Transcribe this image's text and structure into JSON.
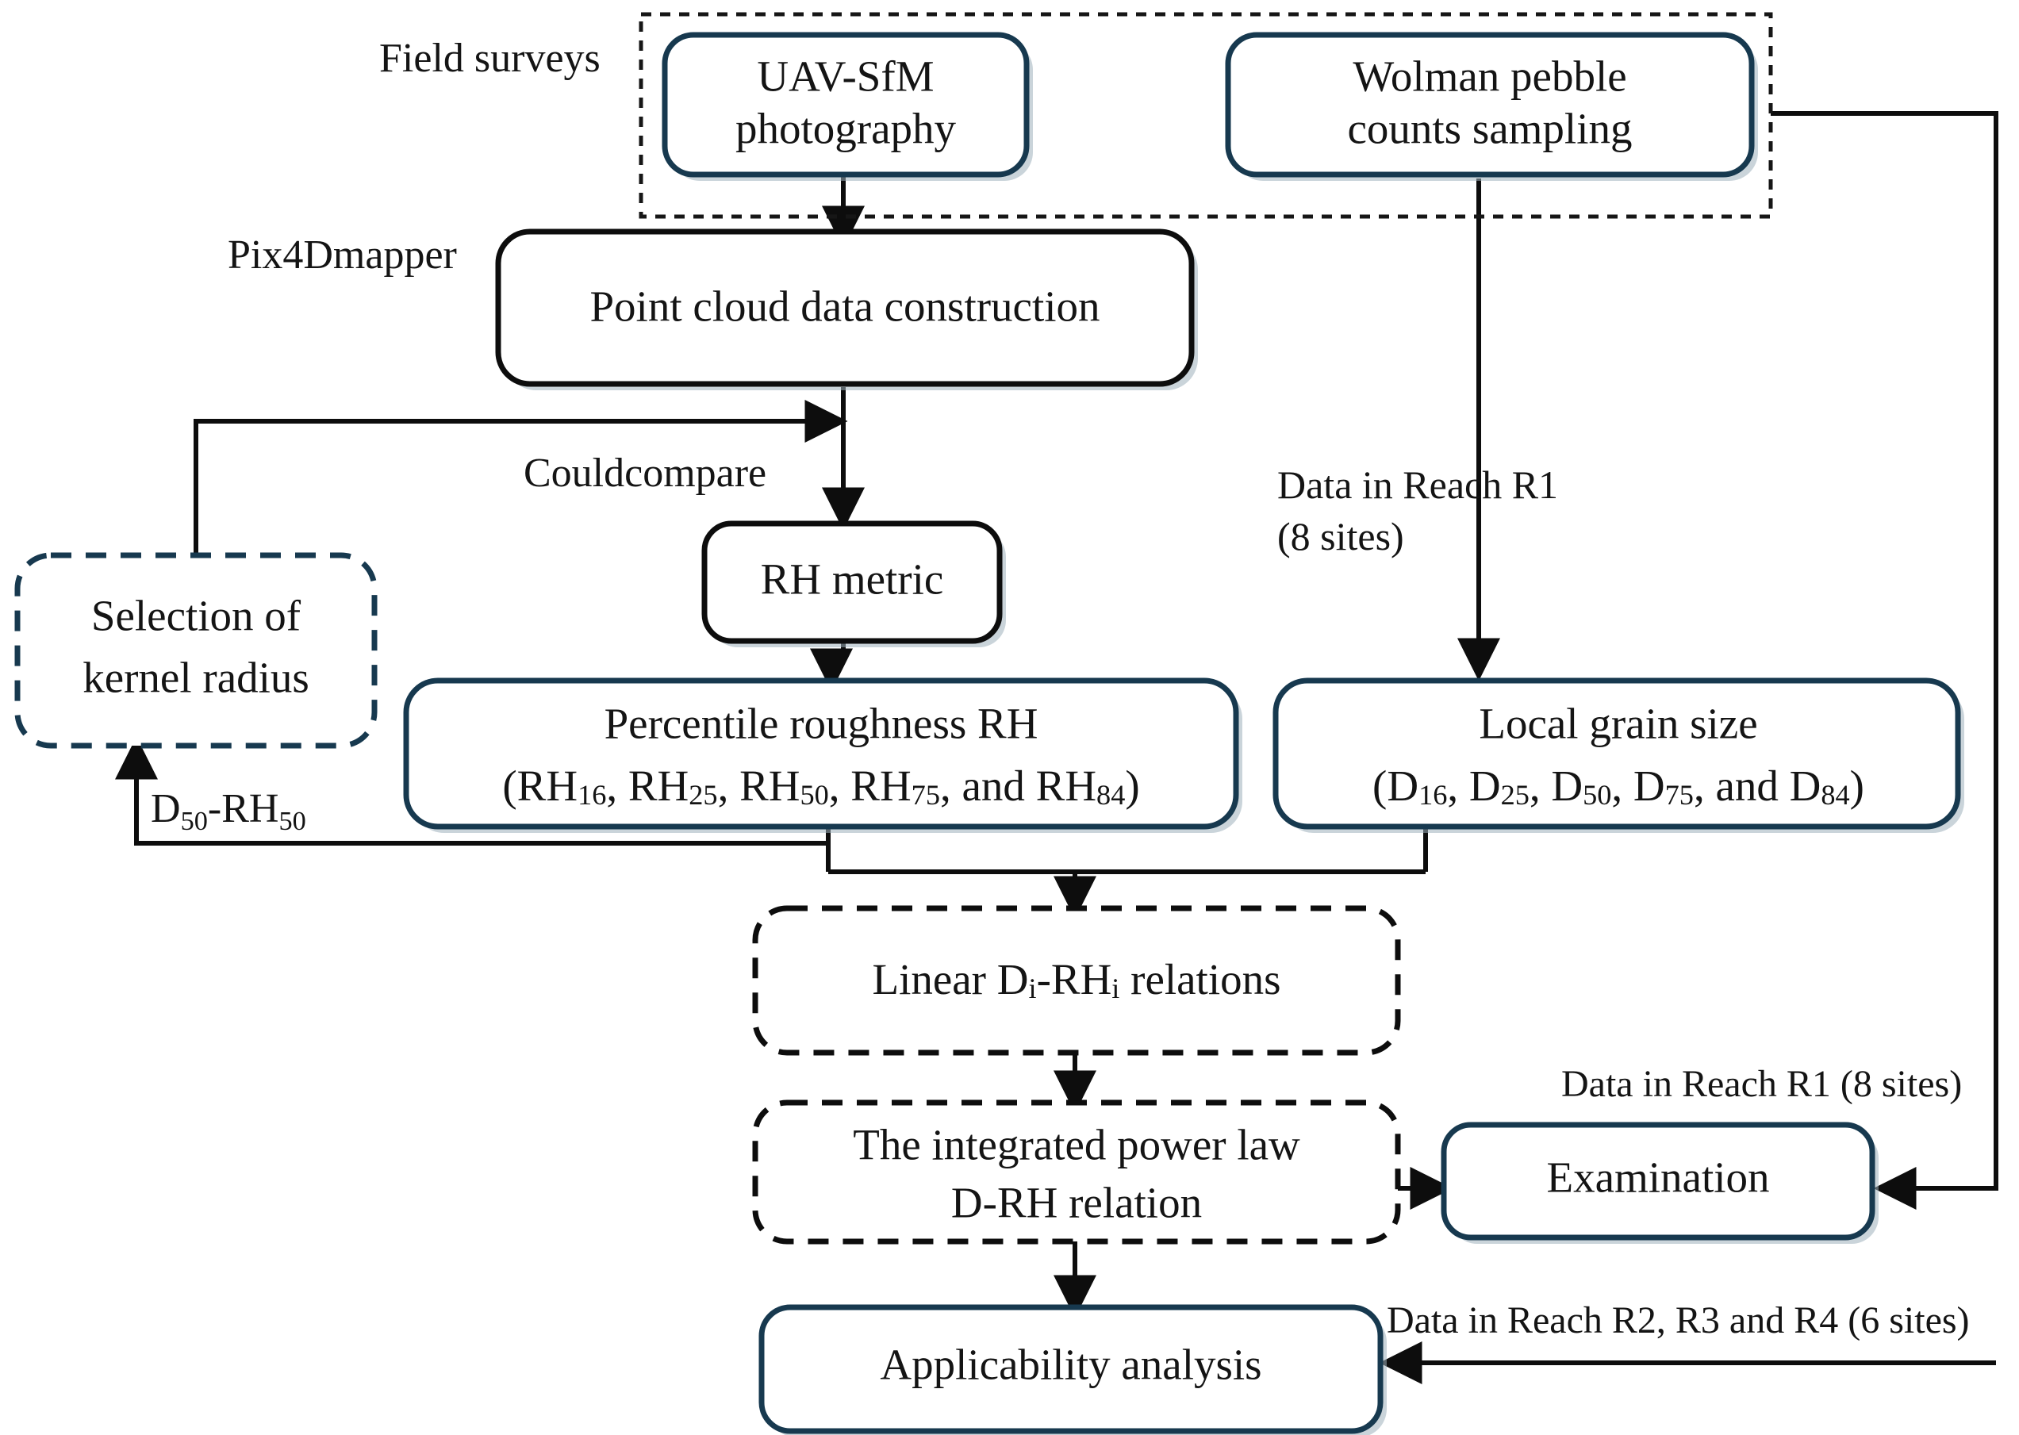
{
  "figure": {
    "type": "flowchart",
    "title": "Workflow for deriving D-RH relations from UAV-SfM point clouds and Wolman pebble counts"
  },
  "group_labels": {
    "field_surveys": "Field surveys",
    "pix4dmapper": "Pix4Dmapper",
    "couldcompare": "Couldcompare"
  },
  "nodes": {
    "uav_sfm": {
      "line1": "UAV-SfM",
      "line2": "photography",
      "style": "solid-navy"
    },
    "wolman": {
      "line1": "Wolman pebble",
      "line2": "counts sampling",
      "style": "solid-navy"
    },
    "point_cloud": {
      "line1": "Point cloud data construction",
      "style": "solid-black"
    },
    "rh_metric": {
      "line1": "RH metric",
      "style": "solid-black"
    },
    "kernel_radius": {
      "line1": "Selection of",
      "line2": "kernel radius",
      "style": "dashed-navy"
    },
    "percentile_rh": {
      "line1": "Percentile roughness RH",
      "line2_parts": [
        "(RH",
        "16",
        ", RH",
        "25",
        ", RH",
        "50",
        ", RH",
        "75",
        ", and RH",
        "84",
        ")"
      ],
      "style": "solid-navy"
    },
    "grain_size": {
      "line1": "Local grain size",
      "line2_parts": [
        "(D",
        "16",
        ", D",
        "25",
        ", D",
        "50",
        ", D",
        "75",
        ", and D",
        "84",
        ")"
      ],
      "style": "solid-navy"
    },
    "linear_relations": {
      "parts": [
        "Linear D",
        "i",
        "-RH",
        "i",
        " relations"
      ],
      "style": "dashed-black"
    },
    "power_law": {
      "line1": "The integrated power law",
      "line2": "D-RH relation",
      "style": "dashed-black"
    },
    "examination": {
      "line1": "Examination",
      "style": "solid-navy"
    },
    "applicability": {
      "line1": "Applicability analysis",
      "style": "solid-navy"
    }
  },
  "edge_labels": {
    "data_reach_r1_line1": "Data in Reach R1",
    "data_reach_r1_line2": "(8 sites)",
    "d50_rh50_parts": [
      "D",
      "50",
      "-RH",
      "50"
    ],
    "data_reach_r1_inline": "Data in Reach R1 (8 sites)",
    "data_reach_r234": "Data in Reach R2, R3 and R4 (6 sites)"
  },
  "colors": {
    "navy_border": "#17394f",
    "black_border": "#0d0d0d",
    "connector": "#0d0d0d",
    "text": "#141414",
    "background": "#ffffff"
  }
}
